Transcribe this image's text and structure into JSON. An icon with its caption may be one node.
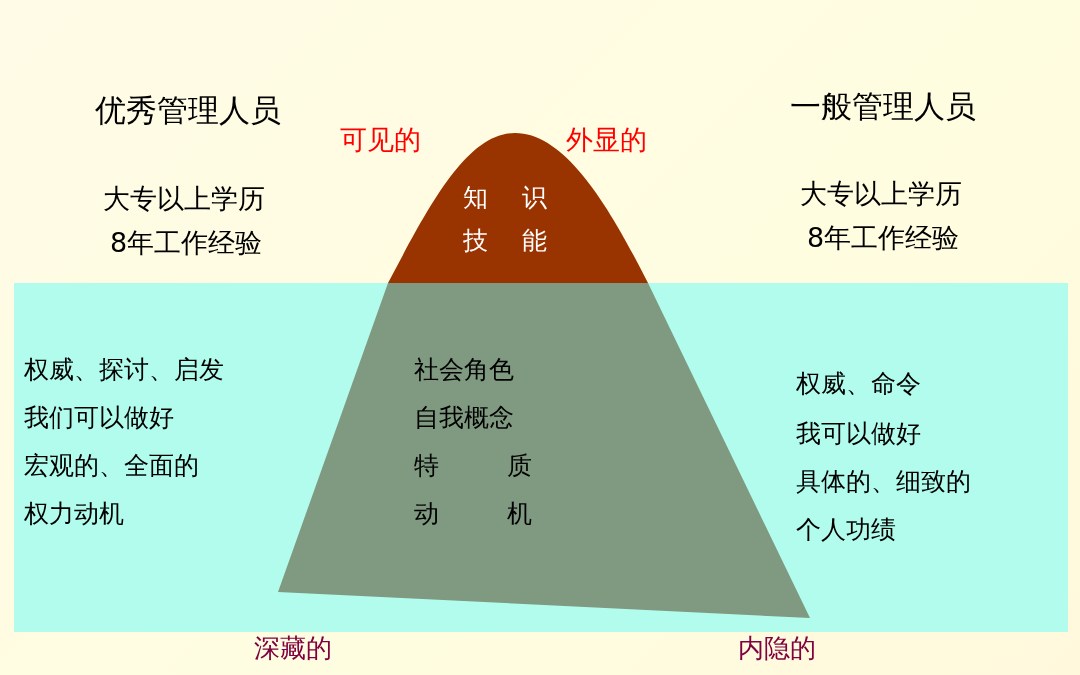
{
  "diagram": {
    "nodes": [
      {
        "text": [
          "知 识",
          "技 能"
        ]
      },
      {
        "text": [
          "社会角色",
          "自我概念",
          "特 质",
          "动 机"
        ]
      }
    ],
    "labels": [
      "优秀管理人员",
      "一般管理人员",
      "可见的",
      "外显的",
      "大专以上学历",
      "8年工作经验",
      "大专以上学历",
      "8年工作经验",
      "权威、探讨、启发",
      "我们可以做好",
      "宏观的、全面的",
      "权力动机",
      "权威、命令",
      "我可以做好",
      "具体的、细致的",
      "个人功绩",
      "深藏的",
      "内隐的"
    ]
  }
}
